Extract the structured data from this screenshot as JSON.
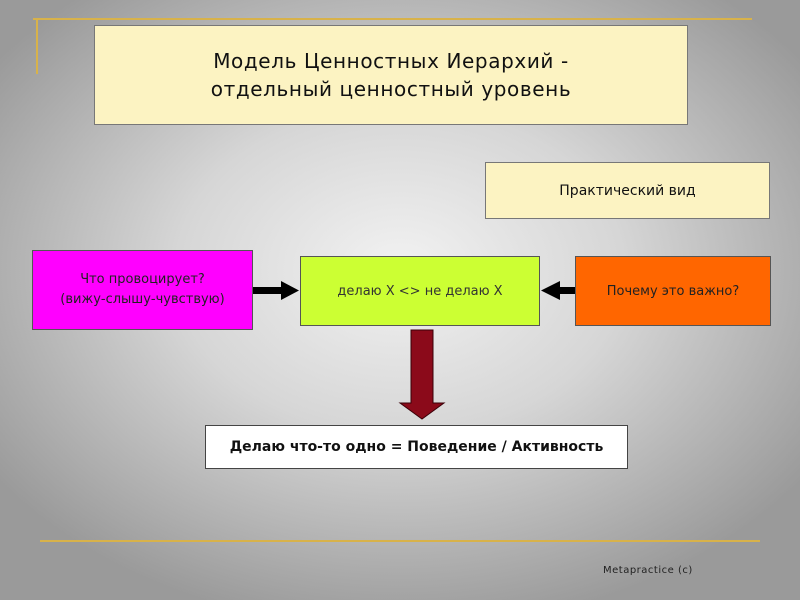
{
  "title": {
    "line1": "Модель Ценностных Иерархий -",
    "line2": "отдельный ценностный уровень"
  },
  "practical_view": {
    "label": "Практический вид"
  },
  "provoke": {
    "line1": "Что провоцирует?",
    "line2": "(вижу-слышу-чувствую)"
  },
  "do_dont": {
    "label": "делаю Х <> не делаю Х"
  },
  "why": {
    "label": "Почему это важно?"
  },
  "behavior": {
    "label": "Делаю что-то одно = Поведение / Активность"
  },
  "footer": {
    "copyright": "Metapractice (c)"
  },
  "colors": {
    "title_fill": "#fcf3c2",
    "provoke_fill": "#ff00ff",
    "do_fill": "#ccff33",
    "why_fill": "#ff6600",
    "down_arrow": "#8b0a1a",
    "deco_line": "#d8b24a"
  }
}
